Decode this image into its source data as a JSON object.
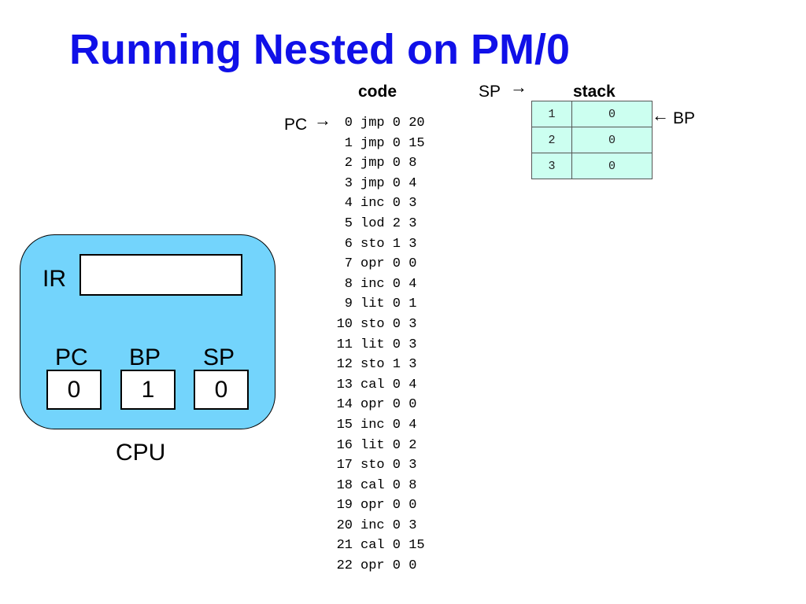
{
  "title": "Running Nested on PM/0",
  "code": {
    "heading": "code",
    "instructions": [
      {
        "index": "0",
        "text": "jmp 0 20"
      },
      {
        "index": "1",
        "text": "jmp 0 15"
      },
      {
        "index": "2",
        "text": "jmp 0 8"
      },
      {
        "index": "3",
        "text": "jmp 0 4"
      },
      {
        "index": "4",
        "text": "inc 0 3"
      },
      {
        "index": "5",
        "text": "lod 2 3"
      },
      {
        "index": "6",
        "text": "sto 1 3"
      },
      {
        "index": "7",
        "text": "opr 0 0"
      },
      {
        "index": "8",
        "text": "inc 0 4"
      },
      {
        "index": "9",
        "text": "lit 0 1"
      },
      {
        "index": "10",
        "text": "sto 0 3"
      },
      {
        "index": "11",
        "text": "lit 0 3"
      },
      {
        "index": "12",
        "text": "sto 1 3"
      },
      {
        "index": "13",
        "text": "cal 0 4"
      },
      {
        "index": "14",
        "text": "opr 0 0"
      },
      {
        "index": "15",
        "text": "inc 0 4"
      },
      {
        "index": "16",
        "text": "lit 0 2"
      },
      {
        "index": "17",
        "text": "sto 0 3"
      },
      {
        "index": "18",
        "text": "cal 0 8"
      },
      {
        "index": "19",
        "text": "opr 0 0"
      },
      {
        "index": "20",
        "text": "inc 0 3"
      },
      {
        "index": "21",
        "text": "cal 0 15"
      },
      {
        "index": "22",
        "text": "opr 0 0"
      }
    ]
  },
  "stack": {
    "heading": "stack",
    "rows": [
      {
        "addr": "1",
        "value": "0"
      },
      {
        "addr": "2",
        "value": "0"
      },
      {
        "addr": "3",
        "value": "0"
      }
    ]
  },
  "pointers": {
    "sp_label": "SP",
    "pc_label": "PC",
    "bp_label": "BP",
    "arrow_right": "→",
    "arrow_left": "←"
  },
  "cpu": {
    "label": "CPU",
    "ir_label": "IR",
    "ir_value": "",
    "registers": {
      "pc": {
        "name": "PC",
        "value": "0"
      },
      "bp": {
        "name": "BP",
        "value": "1"
      },
      "sp": {
        "name": "SP",
        "value": "0"
      }
    }
  },
  "colors": {
    "title": "#1010e8",
    "cpu_fill": "#73d4fc",
    "stack_fill": "#ccfff0"
  }
}
